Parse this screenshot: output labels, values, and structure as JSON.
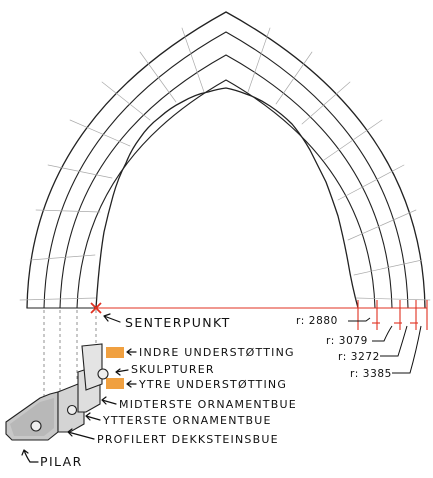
{
  "diagram": {
    "labels": {
      "center": "SENTERPUNKT",
      "inner_support": "INDRE UNDERSTØTTING",
      "sculptures": "SKULPTURER",
      "outer_support": "YTRE UNDERSTØTTING",
      "middle_arch": "MIDTERSTE ORNAMENTBUE",
      "outer_arch": "YTTERSTE ORNAMENTBUE",
      "profiled_arch": "PROFILERT DEKKSTEINSBUE",
      "pillar": "PILAR"
    },
    "radii": [
      {
        "label": "r: 2880",
        "value": 2880
      },
      {
        "label": "r: 3079",
        "value": 3079
      },
      {
        "label": "r: 3272",
        "value": 3272
      },
      {
        "label": "r: 3385",
        "value": 3385
      }
    ],
    "colors": {
      "ink": "#111111",
      "dimension_line": "#e03020",
      "support_block": "#f0a040",
      "pillar_fill": "#c8c8c8",
      "capital_fill": "#dedede"
    }
  }
}
